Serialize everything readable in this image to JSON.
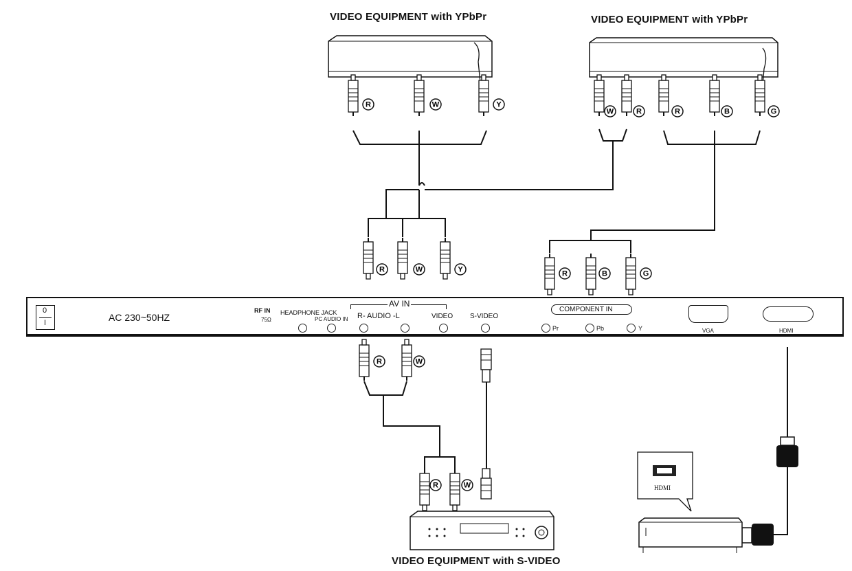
{
  "titles": {
    "top_left": "VIDEO EQUIPMENT with YPbPr",
    "top_right": "VIDEO EQUIPMENT with YPbPr",
    "bottom": "VIDEO EQUIPMENT with S-VIDEO"
  },
  "panel": {
    "power_switch": {
      "top": "0",
      "bottom": "I"
    },
    "ac_label": "AC 230~50HZ",
    "rf_in": "RF  IN",
    "rf_sub": "75Ω",
    "headphone_jack": "HEADPHONE JACK",
    "pc_audio_in": "PC AUDIO IN",
    "av_in": "AV IN",
    "r_audio_l": "R- AUDIO -L",
    "video": "VIDEO",
    "s_video": "S-VIDEO",
    "component_in": "COMPONENT IN",
    "pr": "Pr",
    "pb": "Pb",
    "y": "Y",
    "vga": "VGA",
    "hdmi": "HDMI"
  },
  "hdmi_callout": "HDMI",
  "badges": {
    "R": "R",
    "W": "W",
    "Y": "Y",
    "B": "B",
    "G": "G"
  }
}
